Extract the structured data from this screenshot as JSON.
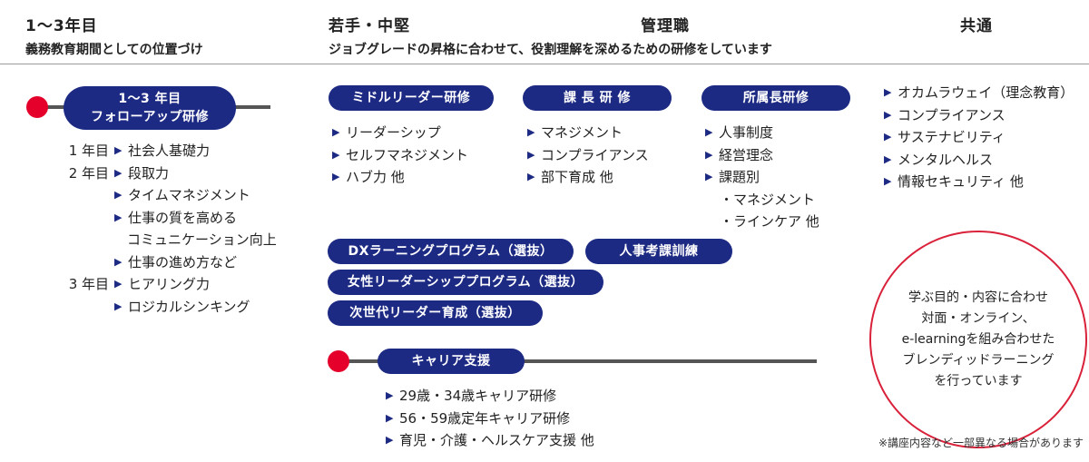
{
  "headers": {
    "col1_title": "1～3年目",
    "col1_sub": "義務教育期間としての位置づけ",
    "col2_title": "若手・中堅",
    "col3_title": "管理職",
    "col23_sub": "ジョブグレードの昇格に合わせて、役割理解を深めるための研修をしています",
    "col4_title": "共通"
  },
  "followup": {
    "pill_line1": "1～3 年目",
    "pill_line2": "フォローアップ研修",
    "rows": [
      {
        "year": "1 年目",
        "item": "社会人基礎力"
      },
      {
        "year": "2 年目",
        "item": "段取力"
      },
      {
        "year": "",
        "item": "タイムマネジメント"
      },
      {
        "year": "",
        "item": "仕事の質を高める"
      },
      {
        "year": "",
        "item": "コミュニケーション向上",
        "continuation": true
      },
      {
        "year": "",
        "item": "仕事の進め方など"
      },
      {
        "year": "3 年目",
        "item": "ヒアリング力"
      },
      {
        "year": "",
        "item": "ロジカルシンキング"
      }
    ]
  },
  "midleader": {
    "pill": "ミドルリーダー研修",
    "items": [
      "リーダーシップ",
      "セルフマネジメント",
      "ハブ力 他"
    ]
  },
  "kacho": {
    "pill": "課 長 研 修",
    "items": [
      "マネジメント",
      "コンプライアンス",
      "部下育成 他"
    ]
  },
  "shozoku": {
    "pill": "所属長研修",
    "items": [
      "人事制度",
      "経営理念",
      "課題別"
    ],
    "subitems": [
      "・マネジメント",
      "・ラインケア 他"
    ]
  },
  "common": {
    "items": [
      "オカムラウェイ（理念教育）",
      "コンプライアンス",
      "サステナビリティ",
      "メンタルヘルス",
      "情報セキュリティ 他"
    ]
  },
  "programs": {
    "dx": "DXラーニングプログラム（選抜）",
    "jinji": "人事考課訓練",
    "josei": "女性リーダーシッププログラム（選抜）",
    "jisedai": "次世代リーダー育成（選抜）"
  },
  "career": {
    "pill": "キャリア支援",
    "items": [
      "29歳・34歳キャリア研修",
      "56・59歳定年キャリア研修",
      "育児・介護・ヘルスケア支援 他"
    ]
  },
  "circle_lines": [
    "学ぶ目的・内容に合わせ",
    "対面・オンライン、",
    "e-learningを組み合わせた",
    "ブレンディッドラーニング",
    "を行っています"
  ],
  "note": "※講座内容など一部異なる場合があります",
  "colors": {
    "navy": "#1c2a83",
    "red": "#e4002b"
  }
}
